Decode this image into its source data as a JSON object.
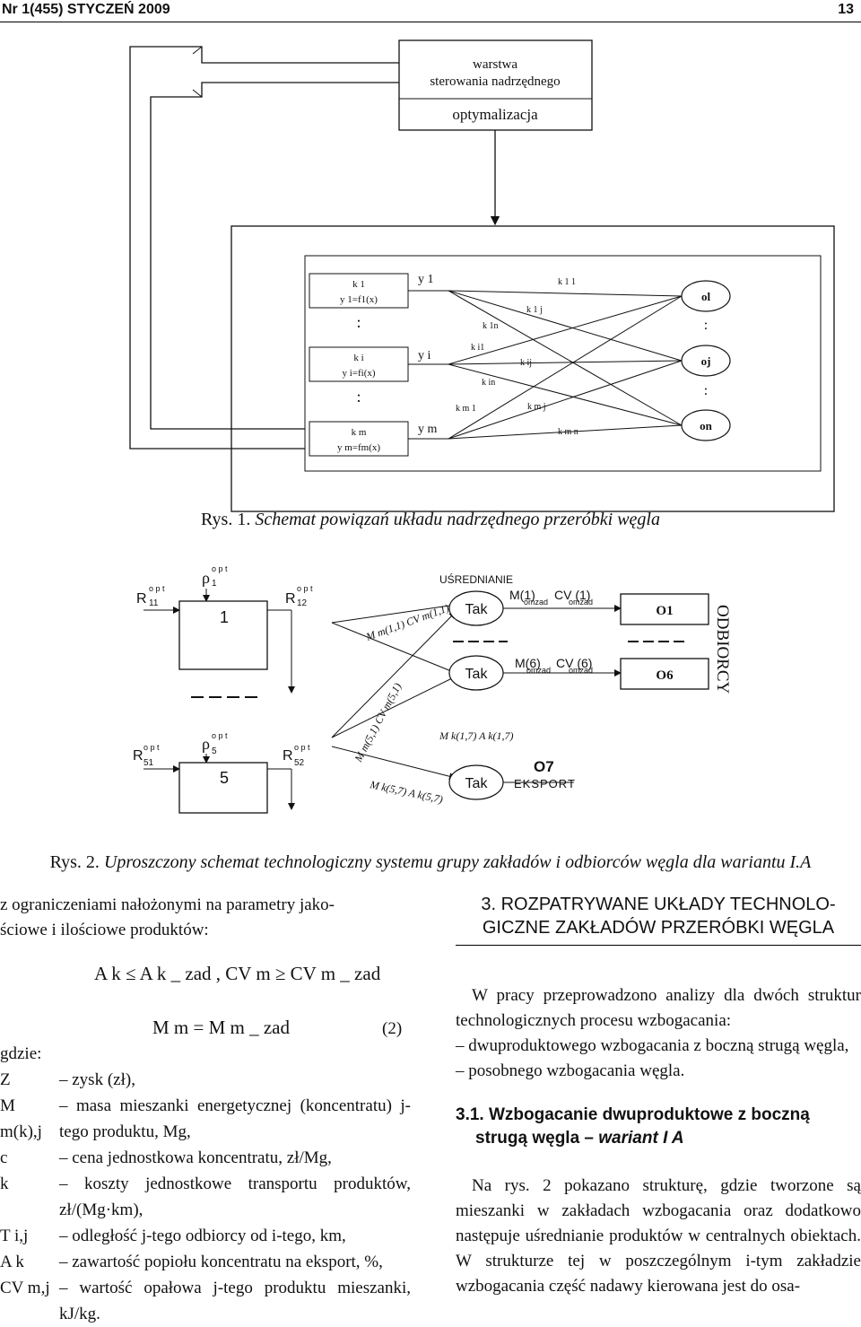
{
  "header": {
    "issue": "Nr 1(455) STYCZEŃ 2009",
    "page": "13"
  },
  "fig1": {
    "box_top": [
      "warstwa",
      "sterowania nadrzędnego"
    ],
    "box_opt": "optymalizacja",
    "units": [
      {
        "k": "k 1",
        "f": "y 1=f1(x)",
        "y": "y 1"
      },
      {
        "k": "k i",
        "f": "y i=fi(x)",
        "y": "y i"
      },
      {
        "k": "k m",
        "f": "y m=fm(x)",
        "y": "y m"
      }
    ],
    "dots": ":",
    "links": [
      "k 1 1",
      "k 1 j",
      "k 1n",
      "k i1",
      "k ij",
      "k in",
      "k m 1",
      "k m j",
      "k m n"
    ],
    "receivers": [
      "ol",
      "oj",
      "on"
    ],
    "caption_num": "Rys. 1.",
    "caption_text": "Schemat powiązań układu nadrzędnego przeróbki węgla"
  },
  "fig2": {
    "r11": "R",
    "r11_sup": "o p t",
    "r11_sub": "11",
    "rho1": "ρ",
    "rho1_sup": "o p t",
    "rho1_sub": "1",
    "r12": "R",
    "r12_sup": "o p t",
    "r12_sub": "12",
    "box1": "1",
    "r51": "R",
    "r51_sup": "o p t",
    "r51_sub": "51",
    "rho5": "ρ",
    "rho5_sup": "o p t",
    "rho5_sub": "5",
    "r52": "R",
    "r52_sup": "o p t",
    "r52_sub": "52",
    "box5": "5",
    "usr": "UŚREDNIANIE",
    "tak": "Tak",
    "m1": "M(1)",
    "m1_sub": "omzad",
    "cv1": "CV (1)",
    "cv1_sub": "omzad",
    "m6": "M(6)",
    "m6_sub": "omzad",
    "cv6": "CV (6)",
    "cv6_sub": "omzad",
    "o1": "O1",
    "o6": "O6",
    "odb": "ODBIORCY",
    "flow11": "M m(1,1) CV m(1,1)",
    "flow51": "M m(5,1) CV m(5,1)",
    "flow17": "M k(1,7) A k(1,7)",
    "flow57": "M k(5,7) A k(5,7)",
    "o7": "O7",
    "eksport": "EKSPORT",
    "caption_num": "Rys. 2.",
    "caption_text": "Uproszczony schemat technologiczny systemu grupy zakładów i odbiorców węgla dla wariantu I.A"
  },
  "left": {
    "intro": "z ograniczeniami nałożonymi na parametry jakościowe i ilościowe produktów:",
    "intro_l1": "z ograniczeniami nałożonymi na parametry jako-",
    "intro_l2": "ściowe i ilościowe produktów:",
    "formula1": "A k ≤ A k _ zad , CV m ≥ CV m _ zad",
    "formula2": "M m = M m _ zad",
    "eq_num": "(2)",
    "gdzie": "gdzie:",
    "defs": [
      {
        "sym": "Z",
        "txt": "– zysk (zł),"
      },
      {
        "sym": "M m(k),j",
        "txt": "– masa mieszanki energetycznej (koncentratu) j-tego produktu, Mg,"
      },
      {
        "sym": "c",
        "txt": "– cena jednostkowa koncentratu, zł/Mg,"
      },
      {
        "sym": "k",
        "txt": "– koszty jednostkowe transportu produktów, zł/(Mg·km),"
      },
      {
        "sym": "T i,j",
        "txt": "– odległość j-tego odbiorcy od i-tego, km,"
      },
      {
        "sym": "A k",
        "txt": "– zawartość popiołu koncentratu na eksport, %,"
      },
      {
        "sym": "CV m,j",
        "txt": "– wartość opałowa j-tego produktu mieszanki, kJ/kg."
      }
    ]
  },
  "right": {
    "sec_title_l1": "3. ROZPATRYWANE UKŁADY TECHNOLO-",
    "sec_title_l2": "GICZNE ZAKŁADÓW PRZERÓBKI WĘGLA",
    "para1": "W pracy przeprowadzono analizy dla dwóch struktur technologicznych procesu wzbogacania:",
    "bullets": [
      "– dwuproduktowego wzbogacania z boczną strugą węgla,",
      "– posobnego wzbogacania węgla."
    ],
    "sub_l1": "3.1. Wzbogacanie dwuproduktowe z boczną",
    "sub_l2": "strugą węgla – ",
    "sub_l2_i": "wariant I A",
    "para2": "Na rys. 2 pokazano strukturę, gdzie tworzone są mieszanki w zakładach wzbogacania oraz dodatkowo następuje uśrednianie produktów w centralnych obiektach. W strukturze tej w poszczególnym i-tym zakładzie wzbogacania część nadawy kierowana jest do osa-"
  }
}
